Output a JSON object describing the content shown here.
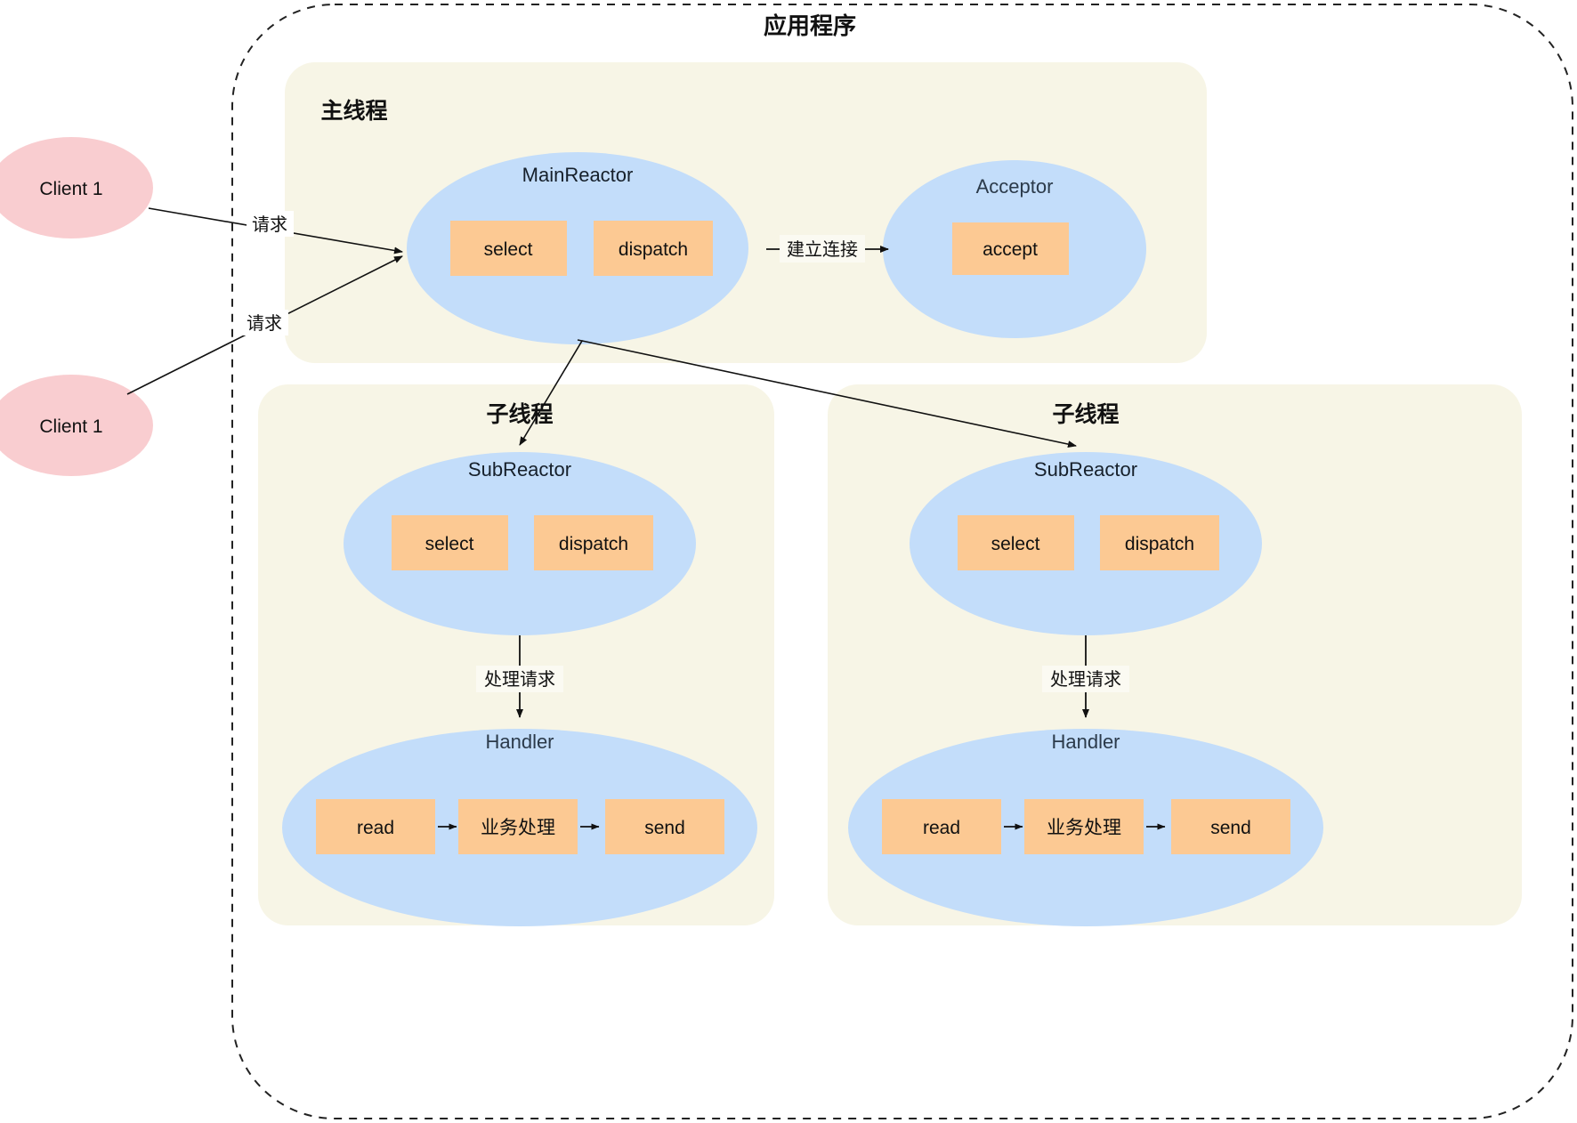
{
  "outer": {
    "title": "应用程序",
    "border_color": "#222222",
    "border_style": "dashed"
  },
  "colors": {
    "group_fill": "#f7f5e6",
    "ellipse_fill": "#c3ddfa",
    "box_fill": "#fcc993",
    "client_fill": "#f9cdd0",
    "stroke": "#111111",
    "background": "#ffffff"
  },
  "clients": [
    {
      "label": "Client 1",
      "edge_label": "请求"
    },
    {
      "label": "Client 1",
      "edge_label": "请求"
    }
  ],
  "main_thread": {
    "title": "主线程",
    "main_reactor": {
      "label": "MainReactor",
      "boxes": [
        "select",
        "dispatch"
      ]
    },
    "connect_edge_label": "建立连接",
    "acceptor": {
      "label": "Acceptor",
      "boxes": [
        "accept"
      ]
    }
  },
  "sub_threads": [
    {
      "title": "子线程",
      "sub_reactor": {
        "label": "SubReactor",
        "boxes": [
          "select",
          "dispatch"
        ]
      },
      "handle_edge_label": "处理请求",
      "handler": {
        "label": "Handler",
        "boxes": [
          "read",
          "业务处理",
          "send"
        ]
      }
    },
    {
      "title": "子线程",
      "sub_reactor": {
        "label": "SubReactor",
        "boxes": [
          "select",
          "dispatch"
        ]
      },
      "handle_edge_label": "处理请求",
      "handler": {
        "label": "Handler",
        "boxes": [
          "read",
          "业务处理",
          "send"
        ]
      }
    }
  ]
}
